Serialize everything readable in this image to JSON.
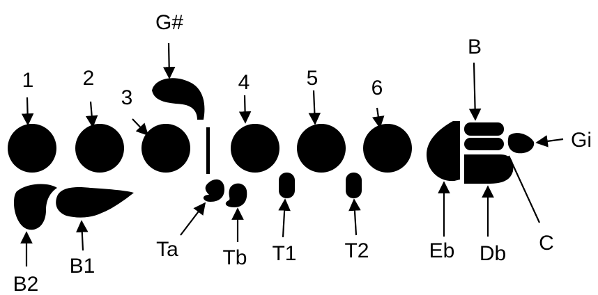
{
  "labels": {
    "one": "1",
    "two": "2",
    "three": "3",
    "four": "4",
    "five": "5",
    "six": "6",
    "g_sharp": "G#",
    "b": "B",
    "gi": "Gi",
    "b2": "B2",
    "b1": "B1",
    "ta": "Ta",
    "tb": "Tb",
    "t1": "T1",
    "t2": "T2",
    "eb": "Eb",
    "db": "Db",
    "c": "C"
  },
  "colors": {
    "ink": "#000000",
    "background": "#ffffff"
  }
}
